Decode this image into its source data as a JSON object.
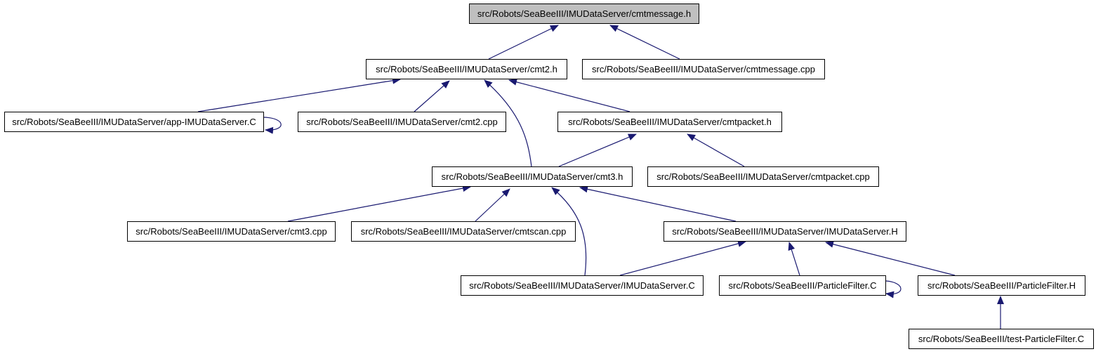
{
  "colors": {
    "edge": "#191970",
    "node_border": "#000000",
    "node_fill": "#ffffff",
    "current_fill": "#bfbfbf"
  },
  "nodes": {
    "cmtmessage_h": {
      "label": "src/Robots/SeaBeeIII/IMUDataServer/cmtmessage.h"
    },
    "cmt2_h": {
      "label": "src/Robots/SeaBeeIII/IMUDataServer/cmt2.h"
    },
    "cmtmessage_cpp": {
      "label": "src/Robots/SeaBeeIII/IMUDataServer/cmtmessage.cpp"
    },
    "app_imu": {
      "label": "src/Robots/SeaBeeIII/IMUDataServer/app-IMUDataServer.C"
    },
    "cmt2_cpp": {
      "label": "src/Robots/SeaBeeIII/IMUDataServer/cmt2.cpp"
    },
    "cmtpacket_h": {
      "label": "src/Robots/SeaBeeIII/IMUDataServer/cmtpacket.h"
    },
    "cmt3_h": {
      "label": "src/Robots/SeaBeeIII/IMUDataServer/cmt3.h"
    },
    "cmtpacket_cpp": {
      "label": "src/Robots/SeaBeeIII/IMUDataServer/cmtpacket.cpp"
    },
    "cmt3_cpp": {
      "label": "src/Robots/SeaBeeIII/IMUDataServer/cmt3.cpp"
    },
    "cmtscan_cpp": {
      "label": "src/Robots/SeaBeeIII/IMUDataServer/cmtscan.cpp"
    },
    "imu_H": {
      "label": "src/Robots/SeaBeeIII/IMUDataServer/IMUDataServer.H"
    },
    "imu_C": {
      "label": "src/Robots/SeaBeeIII/IMUDataServer/IMUDataServer.C"
    },
    "pf_C": {
      "label": "src/Robots/SeaBeeIII/ParticleFilter.C"
    },
    "pf_H": {
      "label": "src/Robots/SeaBeeIII/ParticleFilter.H"
    },
    "test_pf": {
      "label": "src/Robots/SeaBeeIII/test-ParticleFilter.C"
    }
  },
  "edges": [
    {
      "from": "cmt2_h",
      "to": "cmtmessage_h"
    },
    {
      "from": "cmtmessage_cpp",
      "to": "cmtmessage_h"
    },
    {
      "from": "app_imu",
      "to": "cmt2_h"
    },
    {
      "from": "cmt2_cpp",
      "to": "cmt2_h"
    },
    {
      "from": "cmt3_h",
      "to": "cmt2_h"
    },
    {
      "from": "cmtpacket_h",
      "to": "cmt2_h"
    },
    {
      "from": "app_imu",
      "to": "app_imu"
    },
    {
      "from": "cmt3_h",
      "to": "cmtpacket_h"
    },
    {
      "from": "cmtpacket_cpp",
      "to": "cmtpacket_h"
    },
    {
      "from": "cmt3_cpp",
      "to": "cmt3_h"
    },
    {
      "from": "cmtscan_cpp",
      "to": "cmt3_h"
    },
    {
      "from": "imu_C",
      "to": "cmt3_h"
    },
    {
      "from": "imu_H",
      "to": "cmt3_h"
    },
    {
      "from": "imu_C",
      "to": "imu_H"
    },
    {
      "from": "pf_C",
      "to": "imu_H"
    },
    {
      "from": "pf_H",
      "to": "imu_H"
    },
    {
      "from": "pf_C",
      "to": "pf_C"
    },
    {
      "from": "test_pf",
      "to": "pf_H"
    }
  ]
}
